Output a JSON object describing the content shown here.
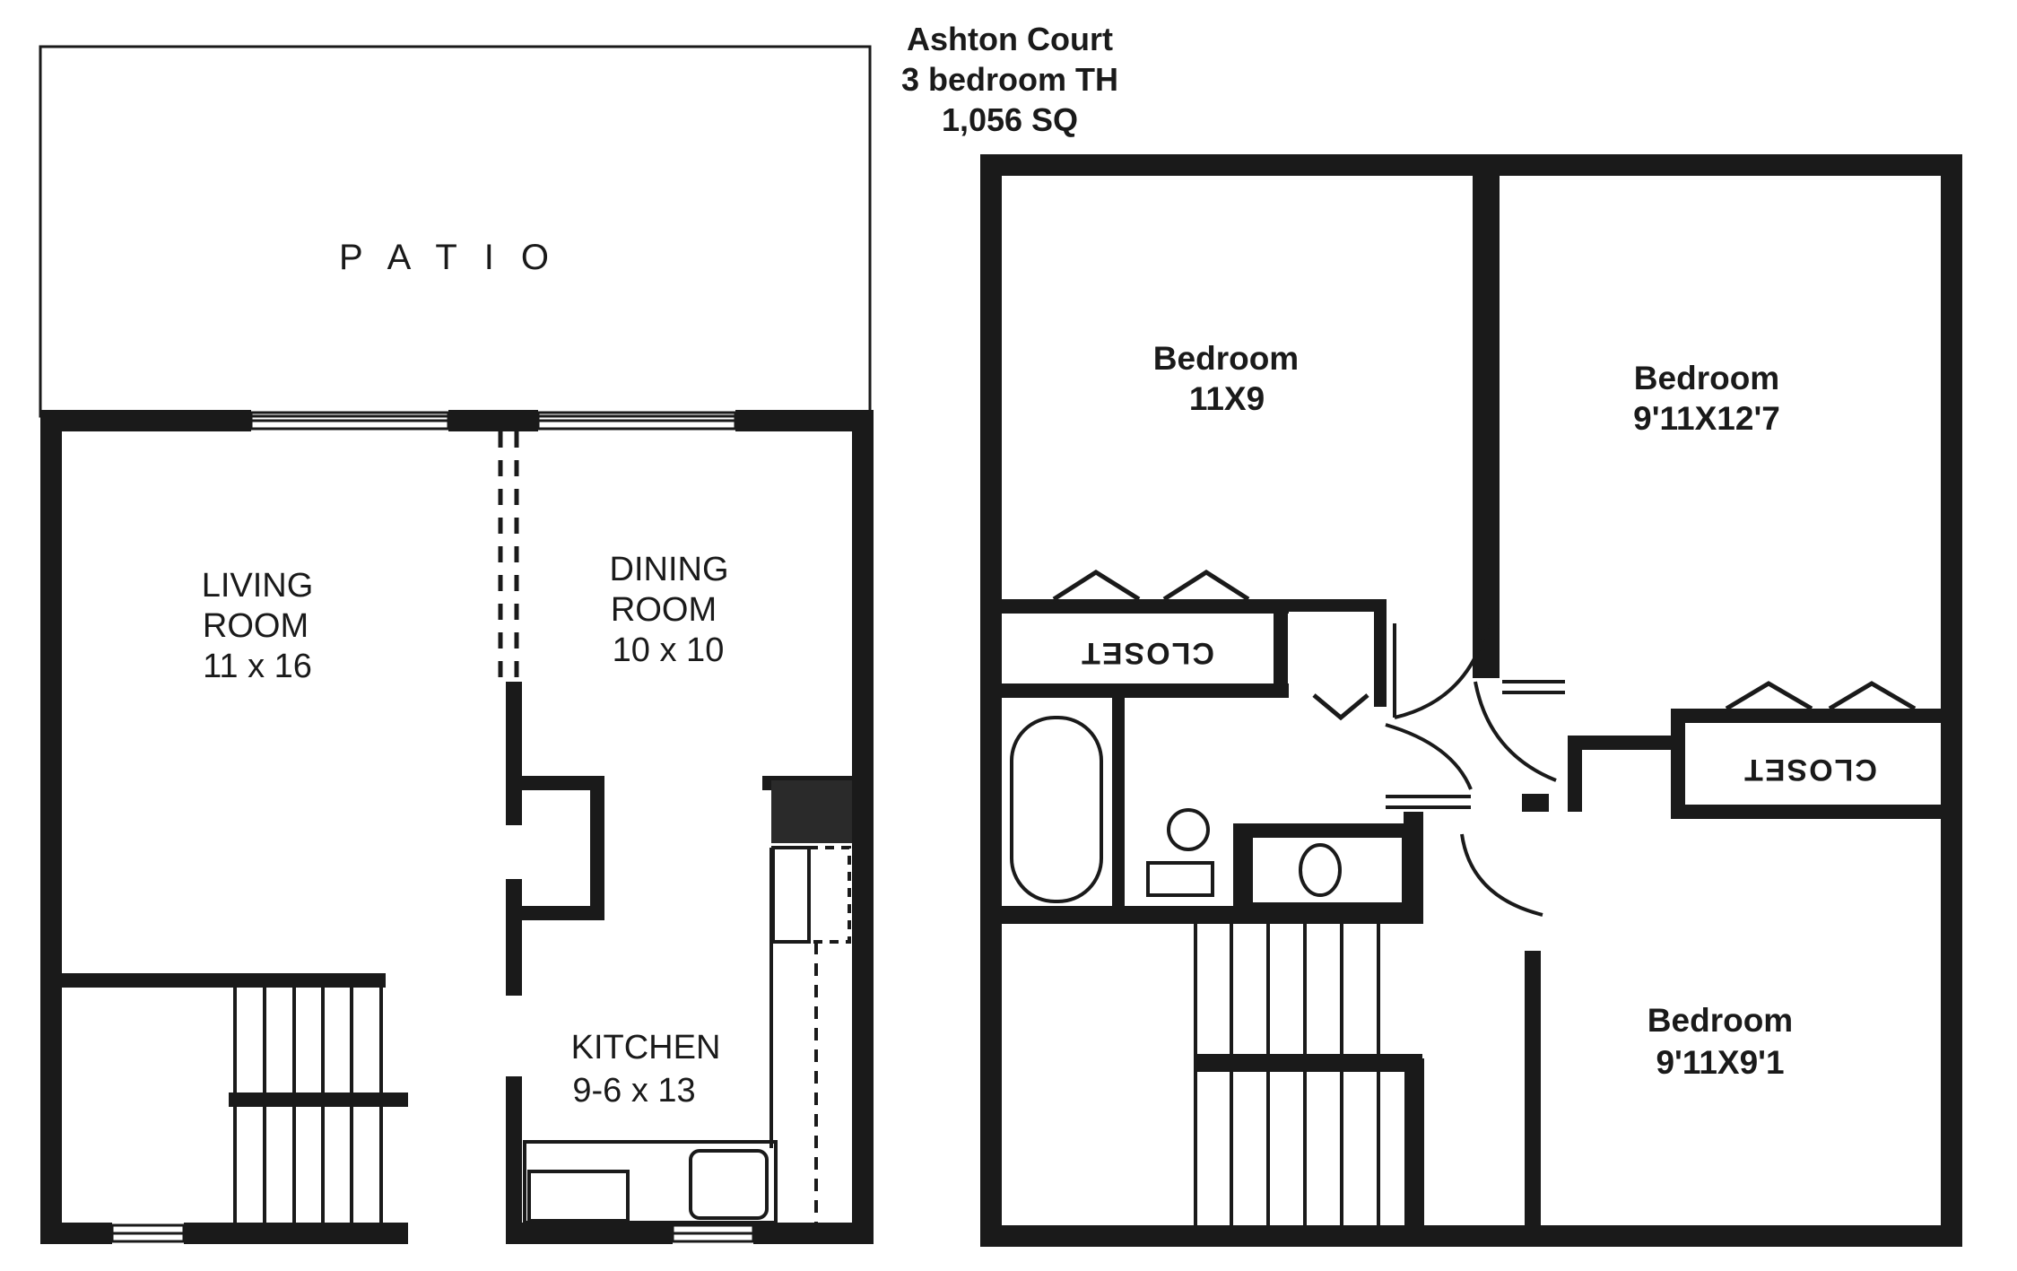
{
  "header": {
    "line1": "Ashton Court",
    "line2": "3 bedroom TH",
    "line3": "1,056 SQ"
  },
  "first_floor": {
    "patio": "PATIO",
    "living": {
      "line1": "LIVING",
      "line2": "ROOM",
      "size": "11 x 16"
    },
    "dining": {
      "line1": "DINING",
      "line2": "ROOM",
      "size": "10 x 10"
    },
    "kitchen": {
      "name": "KITCHEN",
      "size": "9-6 x 13"
    }
  },
  "second_floor": {
    "bedroom1": {
      "name": "Bedroom",
      "size": "11X9"
    },
    "bedroom2": {
      "name": "Bedroom",
      "size": "9'11X12'7"
    },
    "bedroom3": {
      "name": "Bedroom",
      "size": "9'11X9'1"
    },
    "closet1": "CLOSET",
    "closet2": "CLOSET"
  }
}
